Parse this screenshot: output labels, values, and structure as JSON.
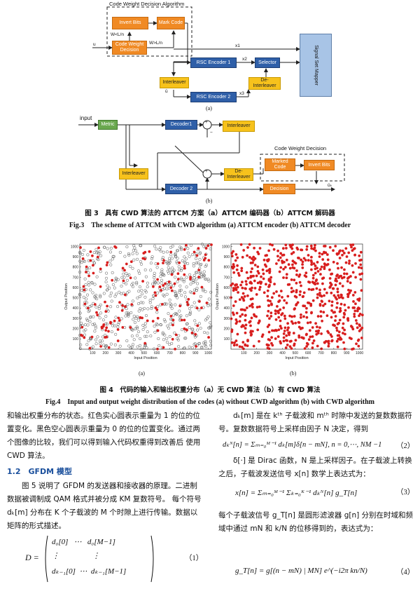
{
  "encoder": {
    "cwd_title": "Code Weight Decision Algorithm",
    "invert_bits": "Invert Bits",
    "mark_code": "Mark Code",
    "cwd_box": "Code Weight Decision",
    "cond_lt": "W<L/n",
    "cond_gt": "W>L/n",
    "input_u": "u",
    "x1": "x1",
    "x2": "x2",
    "x3": "x3",
    "rsc1": "RSC Encoder 1",
    "rsc2": "RSC Encoder 2",
    "interleaver": "Interleaver",
    "selector": "Selector",
    "deinterleaver": "De-Interleaver",
    "ubar": "ū",
    "mapper": "Signal Set Mapper",
    "sub": "(a)"
  },
  "decoder": {
    "input": "input",
    "metric": "Metric",
    "decoder1": "Decoder1",
    "decoder2": "Decoder 2",
    "interleaver": "Interleaver",
    "deinterleaver": "De-Interleaver",
    "cwd_title": "Code Weight Decision",
    "marked_code": "Marked Code",
    "invert_bits": "Invert Bits",
    "decision": "Decision",
    "out": "ûₖ",
    "plus": "+",
    "minus": "−",
    "sub": "(b)"
  },
  "fig3": {
    "cn": "图 3　具有 CWD 算法的 ATTCM 方案（a）ATTCM 编码器（b）ATTCM 解码器",
    "en": "Fig.3　The scheme of ATTCM with CWD algorithm (a) ATTCM encoder (b) ATTCM decoder"
  },
  "chart_data": [
    {
      "type": "scatter",
      "title": "",
      "xlabel": "Input Position",
      "ylabel": "Output Position",
      "xlim": [
        0,
        1024
      ],
      "ylim": [
        0,
        1024
      ],
      "xticks": [
        100,
        200,
        300,
        400,
        500,
        600,
        700,
        800,
        900,
        1000
      ],
      "yticks": [
        100,
        200,
        300,
        400,
        500,
        600,
        700,
        800,
        900,
        1000
      ],
      "series": [
        {
          "marker": "open-circle",
          "color": "#555555",
          "count": 600
        },
        {
          "marker": "filled-circle",
          "color": "#d81e1e",
          "count": 150
        }
      ],
      "sub": "(a)"
    },
    {
      "type": "scatter",
      "title": "",
      "xlabel": "Input Position",
      "ylabel": "Output Position",
      "xlim": [
        0,
        1024
      ],
      "ylim": [
        0,
        1024
      ],
      "xticks": [
        100,
        200,
        300,
        400,
        500,
        600,
        700,
        800,
        900,
        1000
      ],
      "yticks": [
        100,
        200,
        300,
        400,
        500,
        600,
        700,
        800,
        900,
        1000
      ],
      "series": [
        {
          "marker": "filled-circle",
          "color": "#d81e1e",
          "count": 700
        }
      ],
      "sub": "(b)"
    }
  ],
  "fig4": {
    "cn": "图 4　代码的输入和输出权重分布（a）无 CWD 算法（b）有 CWD 算法",
    "en": "Fig.4　Input and output weight distribution of the codes (a) without CWD algorithm (b) with CWD algorithm"
  },
  "body": {
    "p1": "和输出权重分布的状态。红色实心圆表示重量为 1 的位的位置变化。黑色空心圆表示重量为 0 的位的位置变化。通过两个图像的比较，我们可以得到输入代码权重得到改善后 使用 CWD 算法。",
    "section": "1.2　GFDM 模型",
    "p2": "图 5 说明了 GFDM 的发送器和接收器的原理。二进制数据被调制成 QAM 格式并被分成 KM 复数符号。 每个符号 dₖ[m] 分布在 K 个子载波的 M 个时隙上进行传输。数据以矩阵的形式描述。",
    "eq1_lhs": "D =",
    "eq1_r1": "d₀[0]   ⋯   d₀[M−1]",
    "eq1_r2": "⋮                 ⋮",
    "eq1_r3": "dₖ₋₁[0]  ⋯  dₖ₋₁[M−1]",
    "eq1_no": "（1）",
    "p3": "dₖ[m] 是在 kᵗʰ 子载波和 mᵗʰ 时隙中发送的复数数据符号。复数数据符号上采样由因子 N 决定，得到",
    "eq2": "dₖᴺ[n] = Σₘ₌₀ᴹ⁻¹ dₖ[m]δ[n − mN], n = 0,⋯, NM −1",
    "eq2_no": "（2）",
    "p4": "δ[·] 是 Dirac 函数，N 是上采样因子。在子载波上转换之后，子载波发送信号 x[n] 数学上表达式为：",
    "eq3": "x[n] = Σₘ₌₀ᴹ⁻¹ Σₖ₌₀ᴷ⁻¹ dₖᴺ[n] g_T[n]",
    "eq3_no": "（3）",
    "p5": "每个子载波信号 g_T[n] 是圆形滤波器 g[n] 分别在时域和频域中通过 mN 和 k/N 的位移得到的，表达式为：",
    "eq4": "g_T[n] = g[(n − mN) | MN] e^(−i2π kn/N)",
    "eq4_no": "（4）"
  }
}
